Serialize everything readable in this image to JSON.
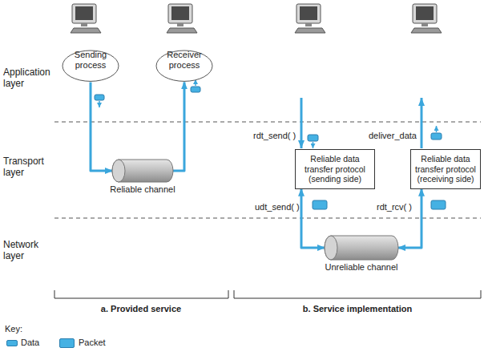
{
  "diagram": {
    "nodes": [
      {
        "text": [
          "Sending process"
        ]
      },
      {
        "text": [
          "Receiver process"
        ]
      },
      {
        "text": [
          "Reliable channel"
        ]
      },
      {
        "text": [
          "Reliable data transfer protocol (sending side)"
        ]
      },
      {
        "text": [
          "Reliable data transfer protocol (receiving side)"
        ]
      },
      {
        "text": [
          "Unreliable channel"
        ]
      }
    ],
    "edges": [
      {
        "from": 0,
        "to": 2,
        "arrow": "to"
      },
      {
        "from": 2,
        "to": 1,
        "arrow": "to"
      },
      {
        "from": 3,
        "to": 5,
        "arrow": "both"
      },
      {
        "from": 5,
        "to": 4,
        "arrow": "both"
      }
    ],
    "labels": [
      "Application layer",
      "Transport layer",
      "Network layer",
      "rdt_send( )",
      "deliver_data",
      "udt_send( )",
      "rdt_rcv( )",
      "a. Provided service",
      "b. Service implementation",
      "Key:"
    ],
    "legend": [
      {
        "text": "Data",
        "color": "#45b1e3"
      },
      {
        "text": "Packet",
        "color": "#45b1e3"
      }
    ]
  }
}
